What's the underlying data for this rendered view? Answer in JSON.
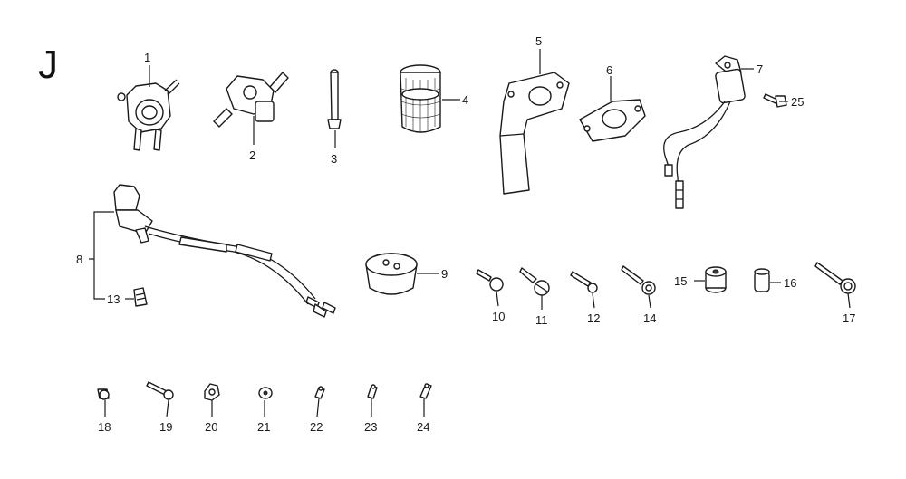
{
  "section_letter": "J",
  "callouts": [
    "1",
    "2",
    "3",
    "4",
    "5",
    "6",
    "7",
    "8",
    "9",
    "10",
    "11",
    "12",
    "13",
    "14",
    "15",
    "16",
    "17",
    "18",
    "19",
    "20",
    "21",
    "22",
    "23",
    "24",
    "25"
  ]
}
